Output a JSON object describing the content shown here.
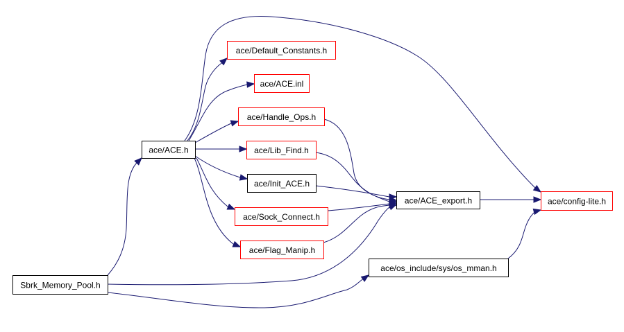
{
  "diagram": {
    "type": "include-dependency-graph",
    "colors": {
      "edge": "#191970",
      "root_fill": "#000000",
      "root_text": "#ffffff",
      "documented_border": "#000000",
      "undocumented_border": "#ff0000",
      "node_fill": "#ffffff",
      "node_text": "#000000"
    },
    "nodes": [
      {
        "id": "root",
        "label": "Sbrk_Memory_Pool.h",
        "style": "root"
      },
      {
        "id": "ace_h",
        "label": "ace/ACE.h",
        "style": "documented"
      },
      {
        "id": "default_constants",
        "label": "ace/Default_Constants.h",
        "style": "undocumented"
      },
      {
        "id": "ace_inl",
        "label": "ace/ACE.inl",
        "style": "undocumented"
      },
      {
        "id": "handle_ops",
        "label": "ace/Handle_Ops.h",
        "style": "undocumented"
      },
      {
        "id": "lib_find",
        "label": "ace/Lib_Find.h",
        "style": "undocumented"
      },
      {
        "id": "init_ace",
        "label": "ace/Init_ACE.h",
        "style": "documented"
      },
      {
        "id": "sock_connect",
        "label": "ace/Sock_Connect.h",
        "style": "undocumented"
      },
      {
        "id": "flag_manip",
        "label": "ace/Flag_Manip.h",
        "style": "undocumented"
      },
      {
        "id": "ace_export",
        "label": "ace/ACE_export.h",
        "style": "documented"
      },
      {
        "id": "os_mman",
        "label": "ace/os_include/sys/os_mman.h",
        "style": "documented"
      },
      {
        "id": "config_lite",
        "label": "ace/config-lite.h",
        "style": "undocumented"
      }
    ],
    "edges": [
      {
        "from": "root",
        "to": "ace_h"
      },
      {
        "from": "root",
        "to": "ace_export"
      },
      {
        "from": "root",
        "to": "os_mman"
      },
      {
        "from": "ace_h",
        "to": "default_constants"
      },
      {
        "from": "ace_h",
        "to": "ace_inl"
      },
      {
        "from": "ace_h",
        "to": "handle_ops"
      },
      {
        "from": "ace_h",
        "to": "lib_find"
      },
      {
        "from": "ace_h",
        "to": "init_ace"
      },
      {
        "from": "ace_h",
        "to": "sock_connect"
      },
      {
        "from": "ace_h",
        "to": "flag_manip"
      },
      {
        "from": "ace_h",
        "to": "config_lite"
      },
      {
        "from": "handle_ops",
        "to": "ace_export"
      },
      {
        "from": "lib_find",
        "to": "ace_export"
      },
      {
        "from": "init_ace",
        "to": "ace_export"
      },
      {
        "from": "sock_connect",
        "to": "ace_export"
      },
      {
        "from": "flag_manip",
        "to": "ace_export"
      },
      {
        "from": "ace_export",
        "to": "config_lite"
      },
      {
        "from": "os_mman",
        "to": "config_lite"
      }
    ]
  }
}
